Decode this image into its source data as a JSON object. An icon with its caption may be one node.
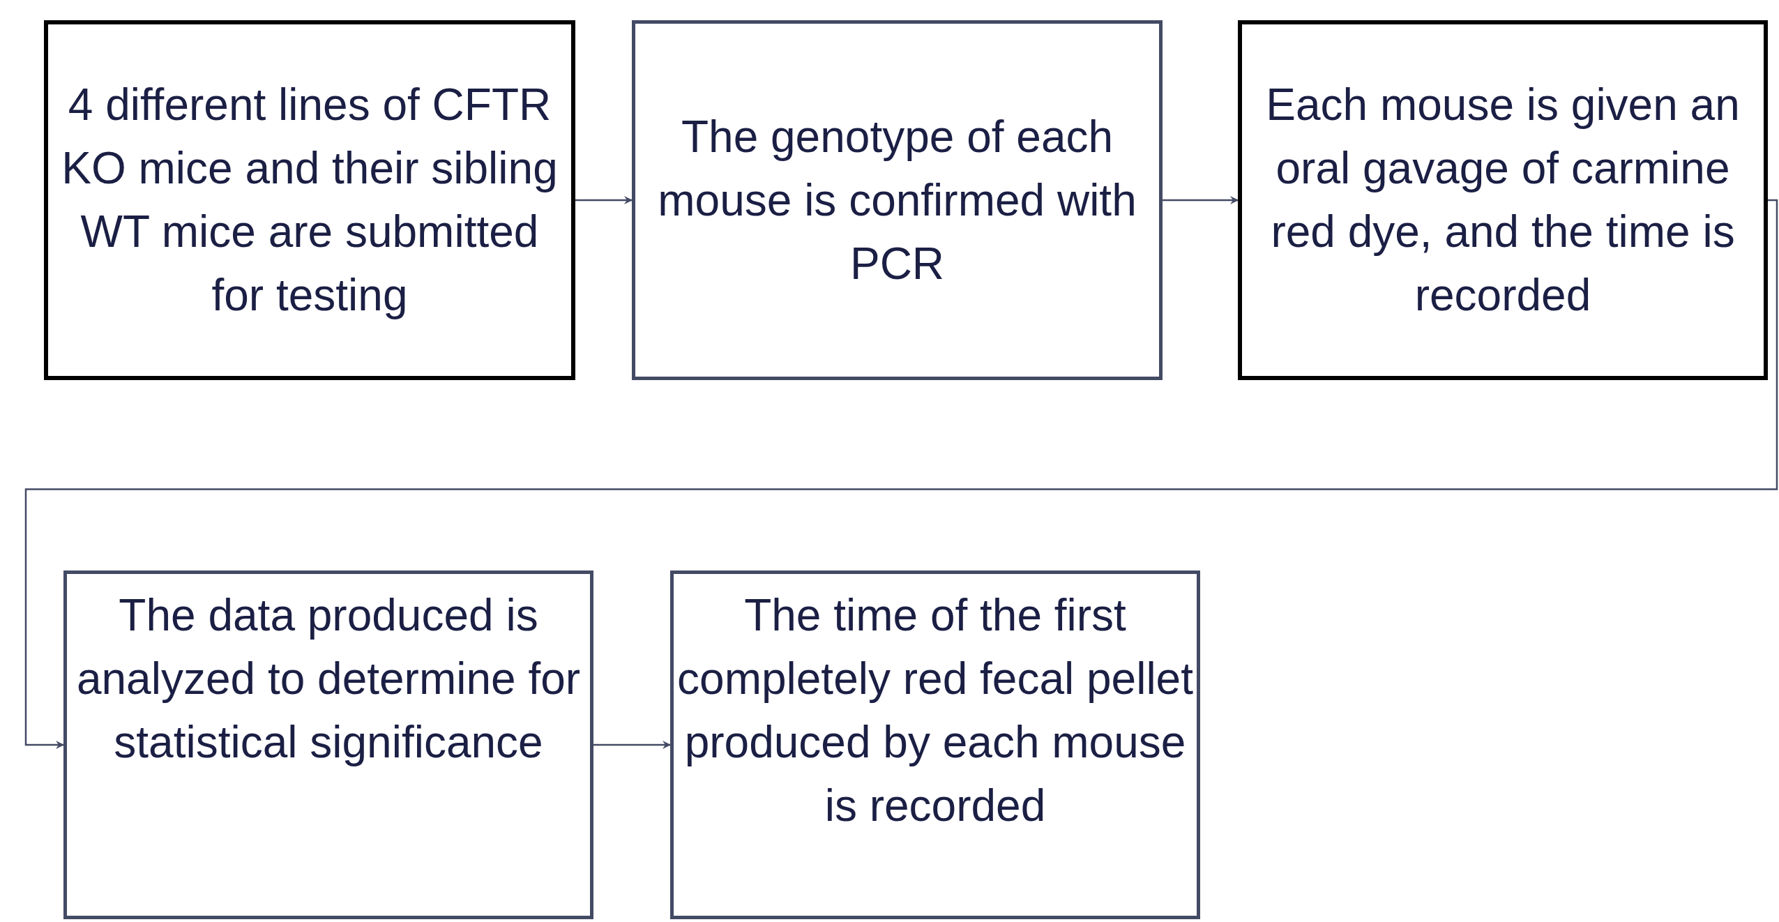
{
  "diagram": {
    "nodes": [
      {
        "text": [
          "4 different lines of CFTR KO mice and their sibling WT mice are submitted for testing"
        ]
      },
      {
        "text": [
          "The genotype of each mouse is confirmed with PCR"
        ]
      },
      {
        "text": [
          "Each mouse is given an oral gavage of carmine red dye, and the time is recorded"
        ]
      },
      {
        "text": [
          "The data produced is analyzed to determine for statistical significance"
        ]
      },
      {
        "text": [
          "The time of the first completely red fecal pellet produced by each mouse is recorded"
        ]
      }
    ],
    "edges": [
      {
        "from": 0,
        "to": 1,
        "arrow": "to"
      },
      {
        "from": 1,
        "to": 2,
        "arrow": "to"
      },
      {
        "from": 2,
        "to": 3,
        "arrow": "to"
      },
      {
        "from": 3,
        "to": 4,
        "arrow": "to"
      }
    ]
  }
}
